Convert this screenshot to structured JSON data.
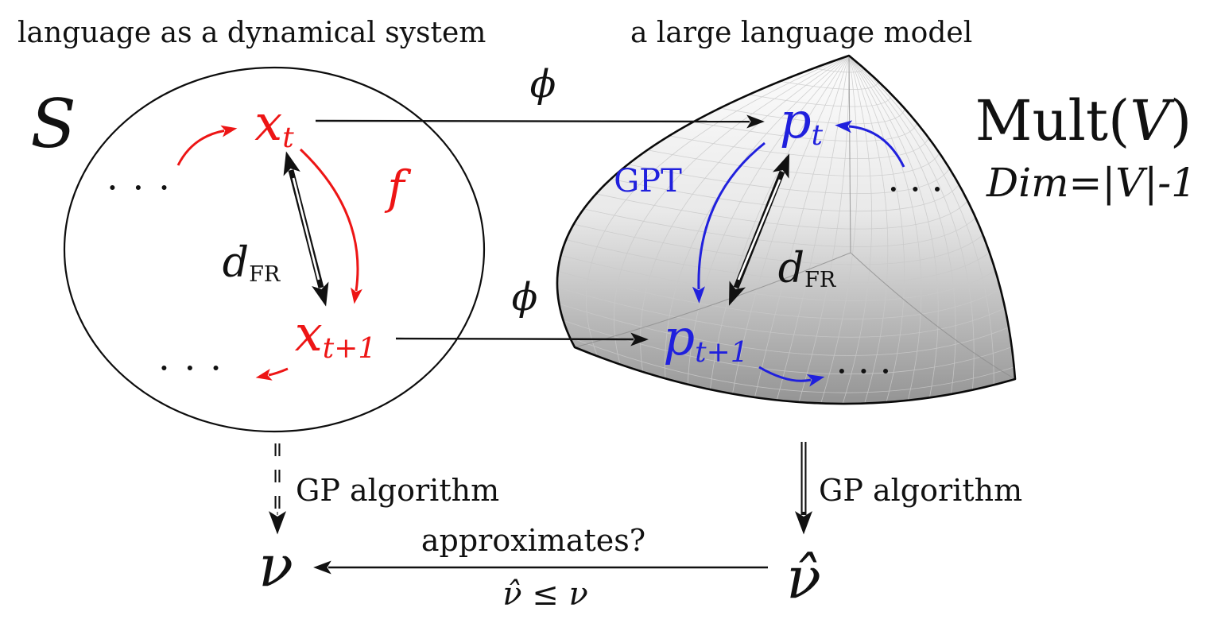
{
  "colors": {
    "red": "#ed1515",
    "blue": "#2020dd",
    "ink": "#111111",
    "sphere_top": "#fdfdfd",
    "sphere_bottom": "#949494"
  },
  "titles": {
    "left": "language as a dynamical system",
    "right": "a large language model"
  },
  "ellipsis": "···",
  "dynamical_system": {
    "space_label": "S",
    "x_t": {
      "base": "x",
      "sub": "t"
    },
    "x_t_plus_1": {
      "base": "x",
      "sub": "t+1"
    },
    "map_label": "f",
    "metric": {
      "base": "d",
      "sub": "FR"
    }
  },
  "llm": {
    "p_t": {
      "base": "p",
      "sub": "t"
    },
    "p_t_plus_1": {
      "base": "p",
      "sub": "t+1"
    },
    "map_label": "GPT",
    "metric": {
      "base": "d",
      "sub": "FR"
    },
    "space": {
      "prefix": "Mult(",
      "vocab": "V",
      "suffix": ")"
    },
    "dimension": "Dim=|V|-1"
  },
  "mappings": {
    "phi": "ϕ"
  },
  "bottom": {
    "gp_algorithm": "GP algorithm",
    "nu": "ν",
    "nu_hat": "ν̂",
    "question": "approximates?",
    "inequality": "ν̂ ≤ ν"
  }
}
